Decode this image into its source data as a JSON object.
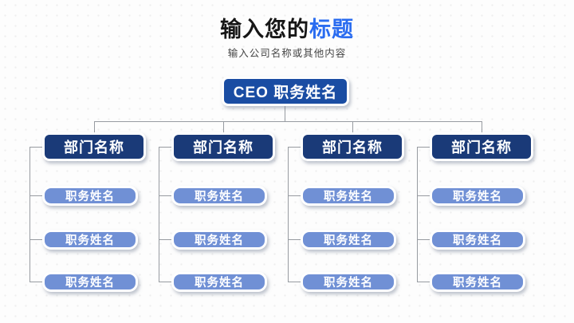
{
  "header": {
    "title_main": "输入您的",
    "title_accent": "标题",
    "subtitle": "输入公司名称或其他内容"
  },
  "org": {
    "ceo_label": "CEO 职务姓名",
    "columns": [
      {
        "dept": "部门名称",
        "members": [
          "职务姓名",
          "职务姓名",
          "职务姓名"
        ]
      },
      {
        "dept": "部门名称",
        "members": [
          "职务姓名",
          "职务姓名",
          "职务姓名"
        ]
      },
      {
        "dept": "部门名称",
        "members": [
          "职务姓名",
          "职务姓名",
          "职务姓名"
        ]
      },
      {
        "dept": "部门名称",
        "members": [
          "职务姓名",
          "职务姓名",
          "职务姓名"
        ]
      }
    ]
  },
  "colors": {
    "accent": "#2a6cf0",
    "ceo_fill": "#1a4da3",
    "dept_fill": "#1a3a78",
    "member_fill": "#7090d5",
    "connector": "#979ba1",
    "title_text": "#161616",
    "subtitle_text": "#454545"
  }
}
